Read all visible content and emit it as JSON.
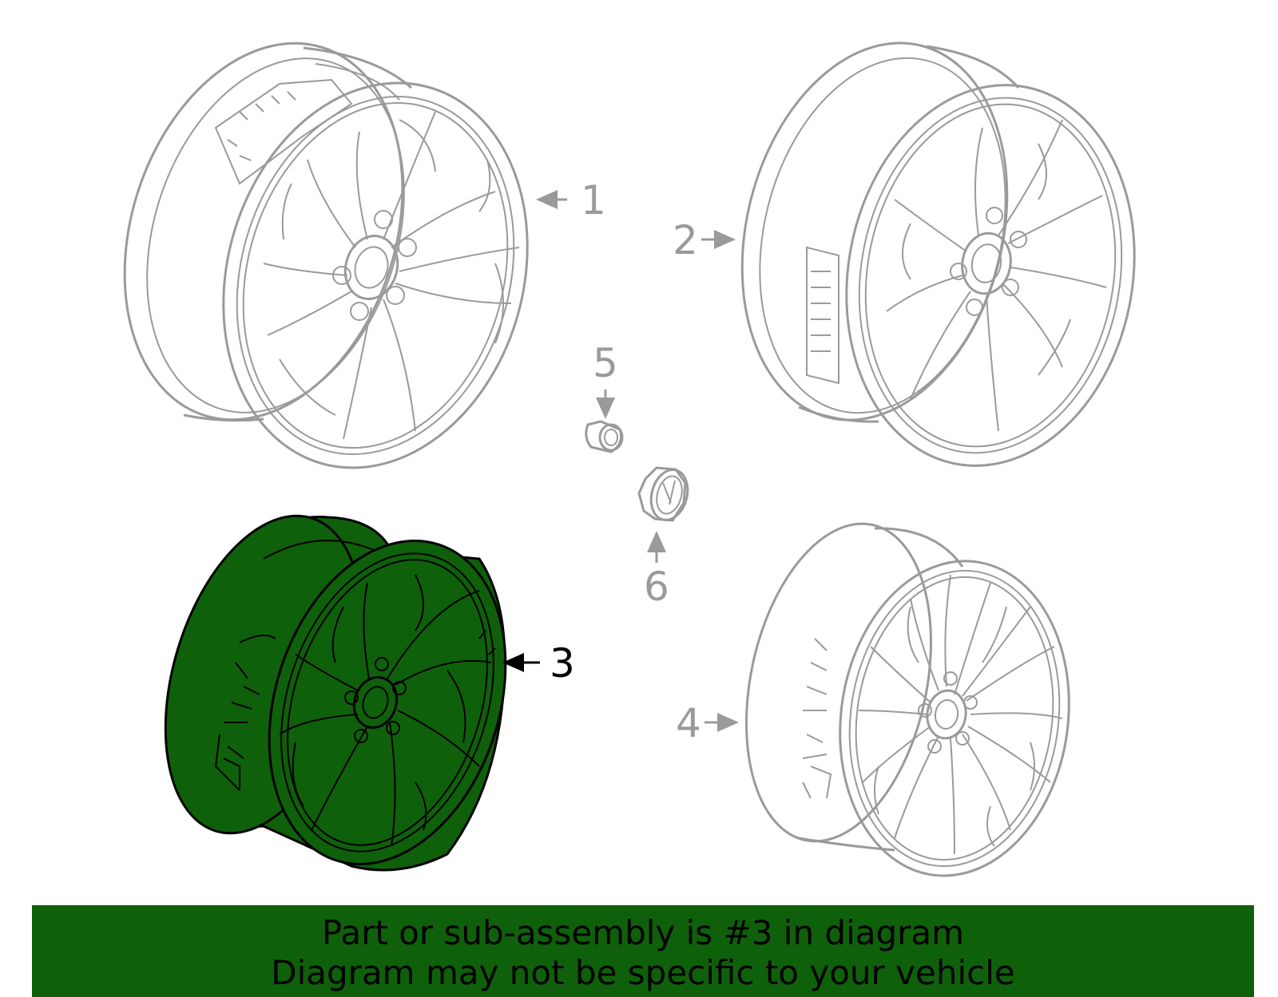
{
  "diagram": {
    "callouts": [
      {
        "number": "1",
        "part": "wheel",
        "highlighted": false
      },
      {
        "number": "2",
        "part": "wheel",
        "highlighted": false
      },
      {
        "number": "3",
        "part": "wheel",
        "highlighted": true
      },
      {
        "number": "4",
        "part": "wheel",
        "highlighted": false
      },
      {
        "number": "5",
        "part": "lug-nut",
        "highlighted": false
      },
      {
        "number": "6",
        "part": "center-cap",
        "highlighted": false
      }
    ]
  },
  "banner": {
    "line1": "Part or sub-assembly is #3 in diagram",
    "line2": "Diagram may not be specific to your vehicle"
  },
  "colors": {
    "highlight": "#0f600a",
    "line_dim": "#9a9a9a",
    "line_active": "#000000",
    "background": "#ffffff"
  }
}
